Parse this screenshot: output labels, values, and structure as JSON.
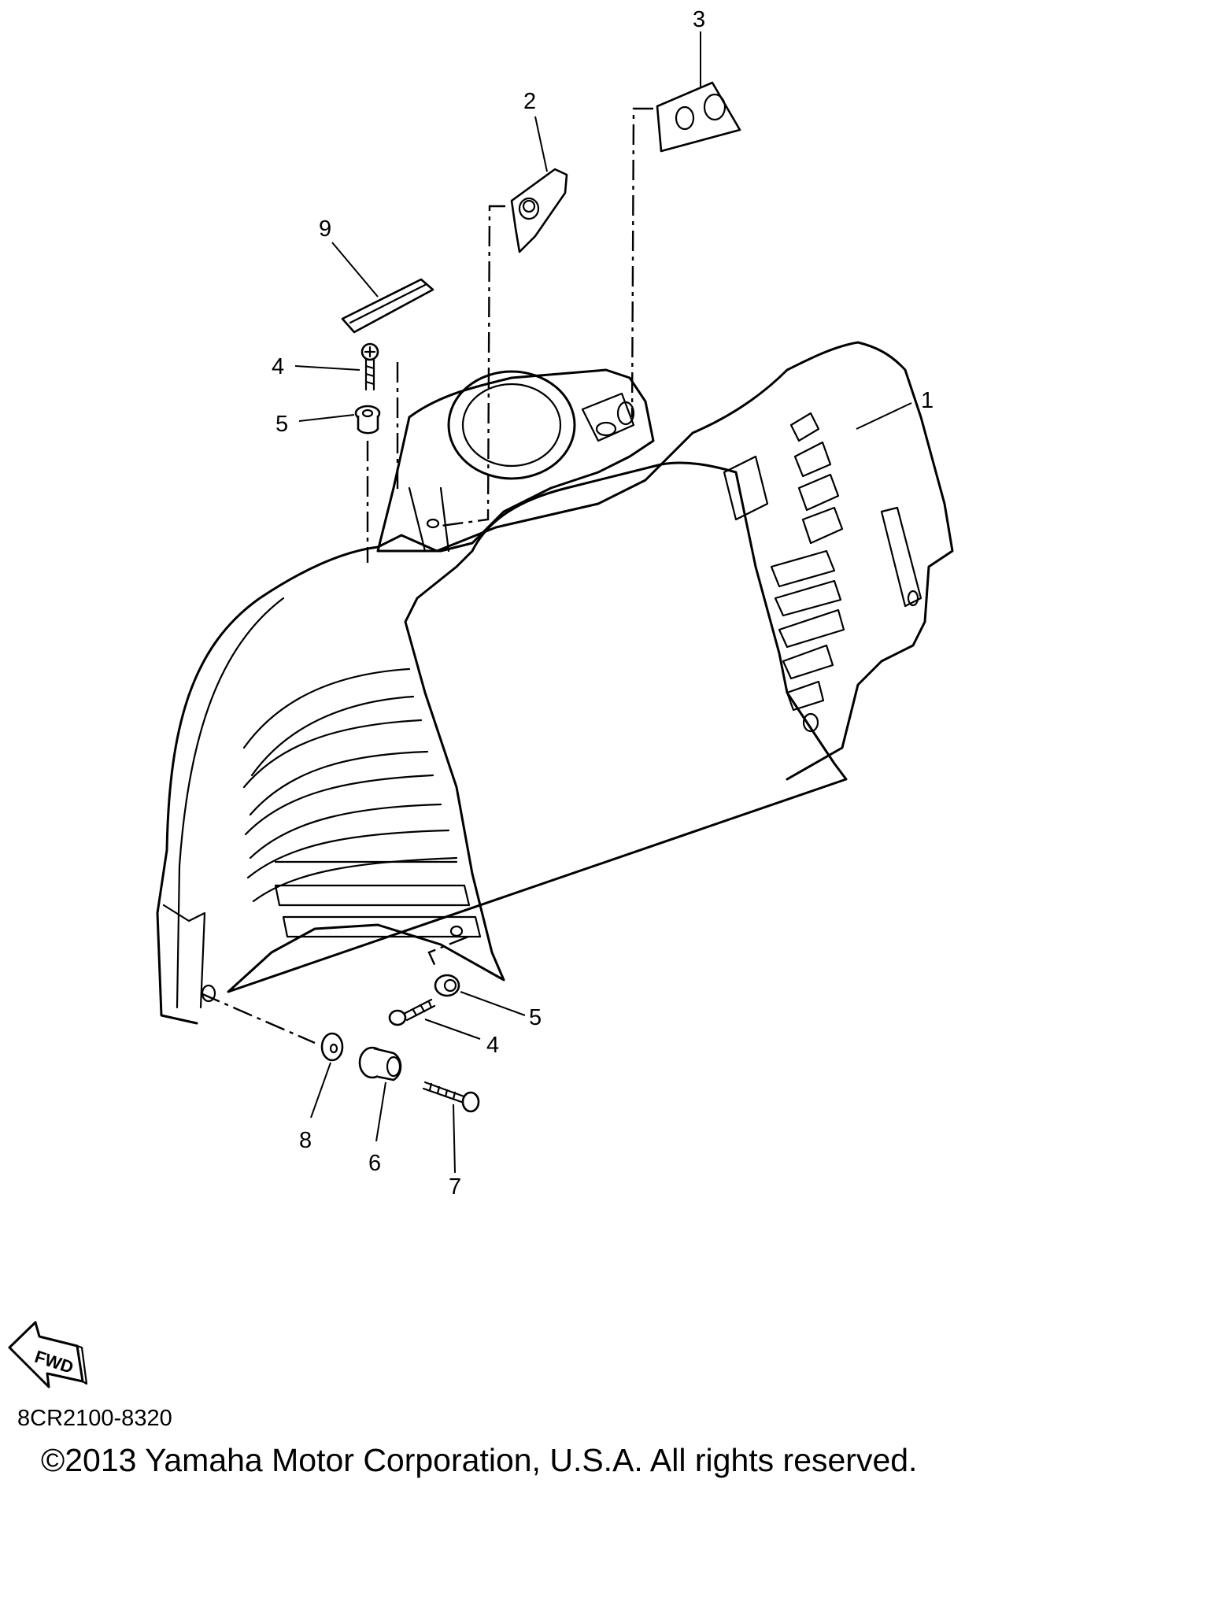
{
  "callouts": {
    "c1": "1",
    "c2": "2",
    "c3": "3",
    "c4a": "4",
    "c4b": "4",
    "c5a": "5",
    "c5b": "5",
    "c6": "6",
    "c7": "7",
    "c8": "8",
    "c9": "9"
  },
  "fwd_label": "FWD",
  "diagram_code": "8CR2100-8320",
  "copyright": "©2013 Yamaha Motor Corporation, U.S.A. All rights reserved."
}
